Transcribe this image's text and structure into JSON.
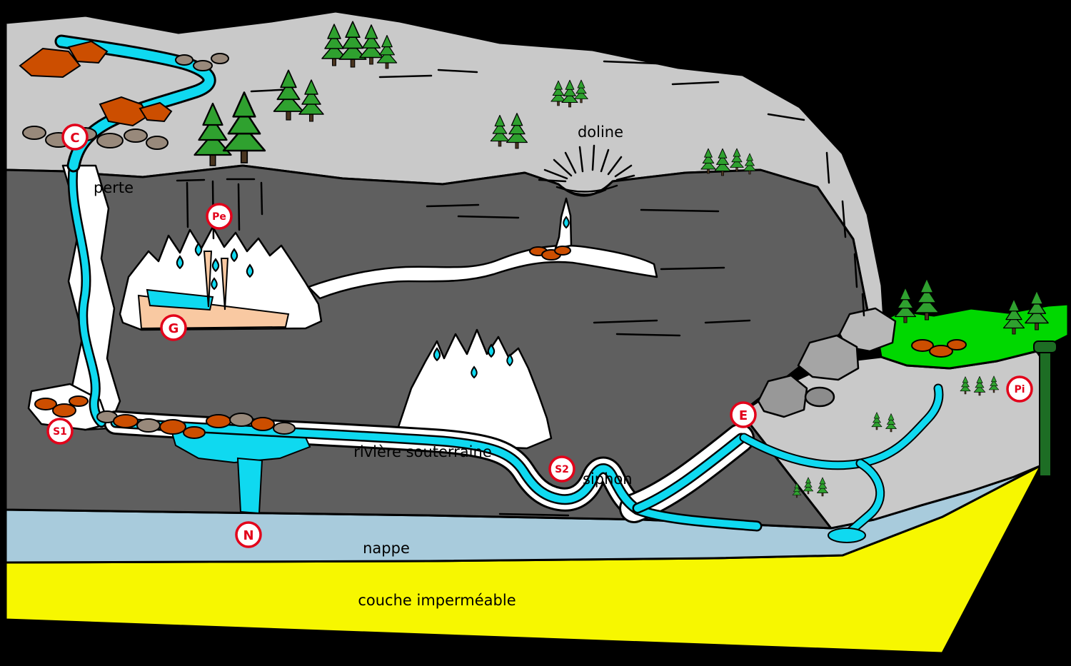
{
  "diagram": {
    "labels": {
      "perte": "perte",
      "doline": "doline",
      "riviere_souterraine": "rivière souterraine",
      "siphon": "siphon",
      "nappe": "nappe",
      "couche_impermeable": "couche imperméable"
    },
    "markers": [
      {
        "label": "C"
      },
      {
        "label": "Pe"
      },
      {
        "label": "G"
      },
      {
        "label": "S1"
      },
      {
        "label": "N"
      },
      {
        "label": "S2"
      },
      {
        "label": "E"
      },
      {
        "label": "Pi"
      }
    ],
    "colors": {
      "background": "#000000",
      "surface": "#c9c9c9",
      "rock_face": "#5f5f5f",
      "water": "#0fd9f0",
      "nappe_layer": "#a8cbdc",
      "impermeable_layer": "#f7f700",
      "grass": "#00d800",
      "cave": "#ffffff",
      "marker_red": "#e2001a",
      "tree_green": "#2fa12f",
      "rock_orange": "#cc4e00",
      "stone_gray": "#98897b",
      "floor_peach": "#f9c9a2",
      "well_green": "#1d6d24"
    }
  }
}
